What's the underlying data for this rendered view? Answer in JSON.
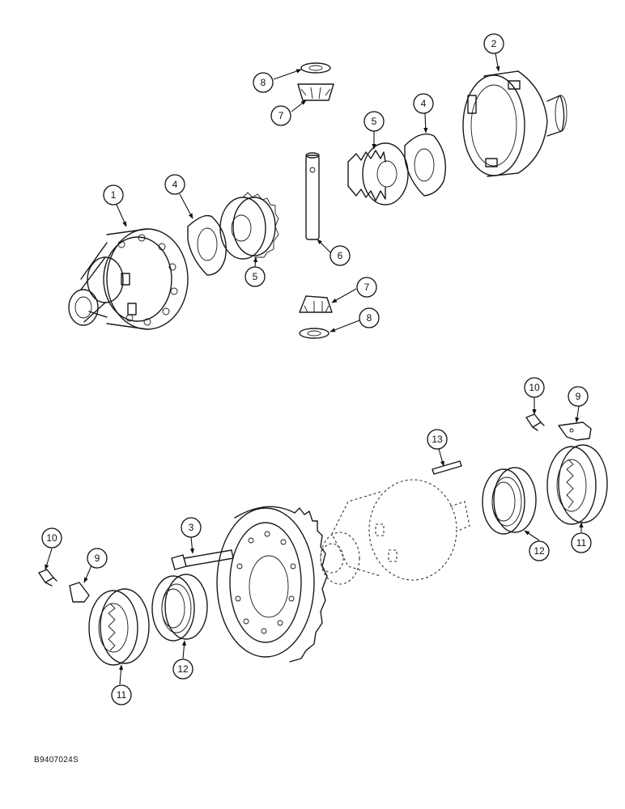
{
  "figure_code": "B9407024S",
  "callouts": [
    {
      "id": "c1",
      "label": "1"
    },
    {
      "id": "c2",
      "label": "2"
    },
    {
      "id": "c3",
      "label": "3"
    },
    {
      "id": "c4a",
      "label": "4"
    },
    {
      "id": "c4b",
      "label": "4"
    },
    {
      "id": "c5a",
      "label": "5"
    },
    {
      "id": "c5b",
      "label": "5"
    },
    {
      "id": "c6",
      "label": "6"
    },
    {
      "id": "c7a",
      "label": "7"
    },
    {
      "id": "c7b",
      "label": "7"
    },
    {
      "id": "c8a",
      "label": "8"
    },
    {
      "id": "c8b",
      "label": "8"
    },
    {
      "id": "c9a",
      "label": "9"
    },
    {
      "id": "c9b",
      "label": "9"
    },
    {
      "id": "c10a",
      "label": "10"
    },
    {
      "id": "c10b",
      "label": "10"
    },
    {
      "id": "c11a",
      "label": "11"
    },
    {
      "id": "c11b",
      "label": "11"
    },
    {
      "id": "c12a",
      "label": "12"
    },
    {
      "id": "c12b",
      "label": "12"
    },
    {
      "id": "c13",
      "label": "13"
    }
  ]
}
